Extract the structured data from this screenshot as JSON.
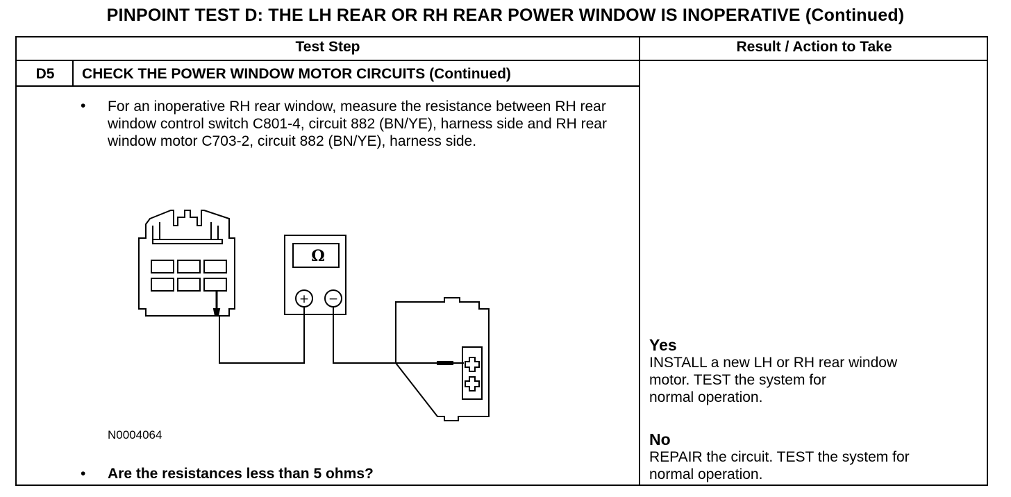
{
  "title": "PINPOINT TEST  D: THE LH REAR OR RH REAR POWER WINDOW IS INOPERATIVE (Continued)",
  "table": {
    "col_test_step": "Test Step",
    "col_result": "Result / Action to Take"
  },
  "step": {
    "id": "D5",
    "title": "CHECK THE POWER WINDOW MOTOR CIRCUITS (Continued)",
    "bullet": "•",
    "instruction": "For an inoperative RH rear window, measure the resistance between RH rear window control switch C801-4, circuit 882 (BN/YE), harness side and RH rear window motor C703-2, circuit 882 (BN/YE), harness side.",
    "figure_code": "N0004064",
    "question": "Are the resistances less than 5 ohms?"
  },
  "diagram": {
    "meter_symbol": "Ω",
    "plus": "+",
    "minus": "−"
  },
  "results": {
    "yes_label": "Yes",
    "yes_text": "INSTALL a new LH or RH rear window\nmotor. TEST the system for\nnormal operation.",
    "no_label": "No",
    "no_text": "REPAIR the circuit. TEST the system for\nnormal operation."
  }
}
